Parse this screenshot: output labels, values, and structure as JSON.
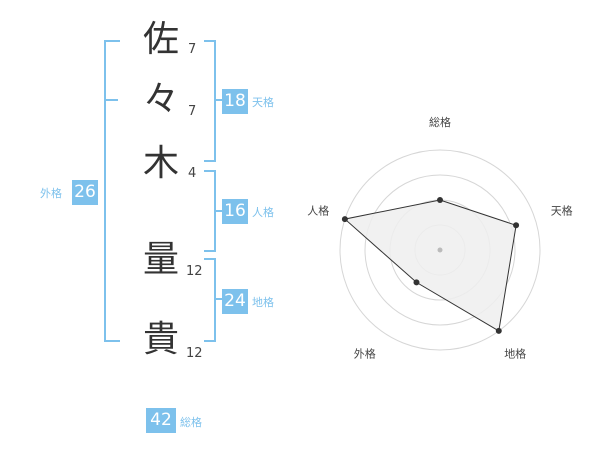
{
  "name": {
    "chars": [
      {
        "char": "佐",
        "strokes": "7"
      },
      {
        "char": "々",
        "strokes": "7"
      },
      {
        "char": "木",
        "strokes": "4"
      },
      {
        "char": "量",
        "strokes": "12"
      },
      {
        "char": "貴",
        "strokes": "12"
      }
    ]
  },
  "fortunes": {
    "tenkaku": {
      "value": "18",
      "label": "天格"
    },
    "jinkaku": {
      "value": "16",
      "label": "人格"
    },
    "chikaku": {
      "value": "24",
      "label": "地格"
    },
    "gaikaku": {
      "value": "26",
      "label": "外格"
    },
    "soukaku": {
      "value": "42",
      "label": "総格"
    }
  },
  "colors": {
    "accent": "#7dc1ec",
    "text": "#333333"
  },
  "chart_data": {
    "type": "radar",
    "axes": [
      "総格",
      "天格",
      "地格",
      "外格",
      "人格"
    ],
    "values": [
      0.5,
      0.8,
      1.0,
      0.4,
      1.0
    ],
    "rings": 4,
    "range": [
      0,
      1
    ]
  }
}
